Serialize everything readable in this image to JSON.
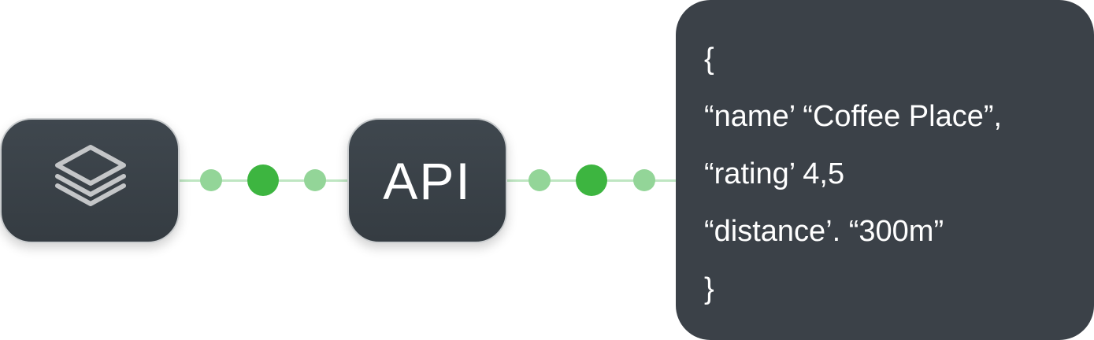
{
  "colors": {
    "node_fill": "#3b4148",
    "node_border": "#c9ccce",
    "connector": "#bfe6c2",
    "dot_light": "#93d598",
    "dot_dark": "#3db540",
    "text": "#ffffff"
  },
  "source_node": {
    "icon": "layers-icon"
  },
  "api_node": {
    "label": "API"
  },
  "response": {
    "lines": [
      "{",
      "“name’ “Coffee Place”,",
      "“rating’ 4,5",
      "“distance’. “300m”",
      "}"
    ]
  }
}
